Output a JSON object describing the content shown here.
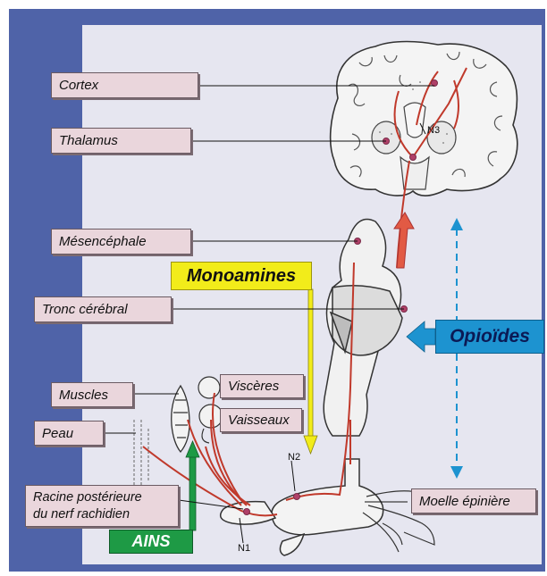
{
  "labels": {
    "cortex": "Cortex",
    "thalamus": "Thalamus",
    "mesencephale": "Mésencéphale",
    "tronc": "Tronc cérébral",
    "muscles": "Muscles",
    "visceres": "Viscères",
    "vaisseaux": "Vaisseaux",
    "peau": "Peau",
    "racine_line1": "Racine postérieure",
    "racine_line2": "du nerf rachidien",
    "moelle": "Moelle épinière"
  },
  "drugs": {
    "monoamines": "Monoamines",
    "opioides": "Opioïdes",
    "ains": "AINS"
  },
  "neurons": {
    "n1": "N1",
    "n2": "N2",
    "n3": "N3"
  },
  "colors": {
    "frame": "#4f63a8",
    "panel": "#e6e6f0",
    "label_box": "#ead6dc",
    "pathway": "#c0392b",
    "monoamines": "#f2ec1a",
    "opioides": "#1d93d0",
    "ains": "#1e9a45"
  }
}
